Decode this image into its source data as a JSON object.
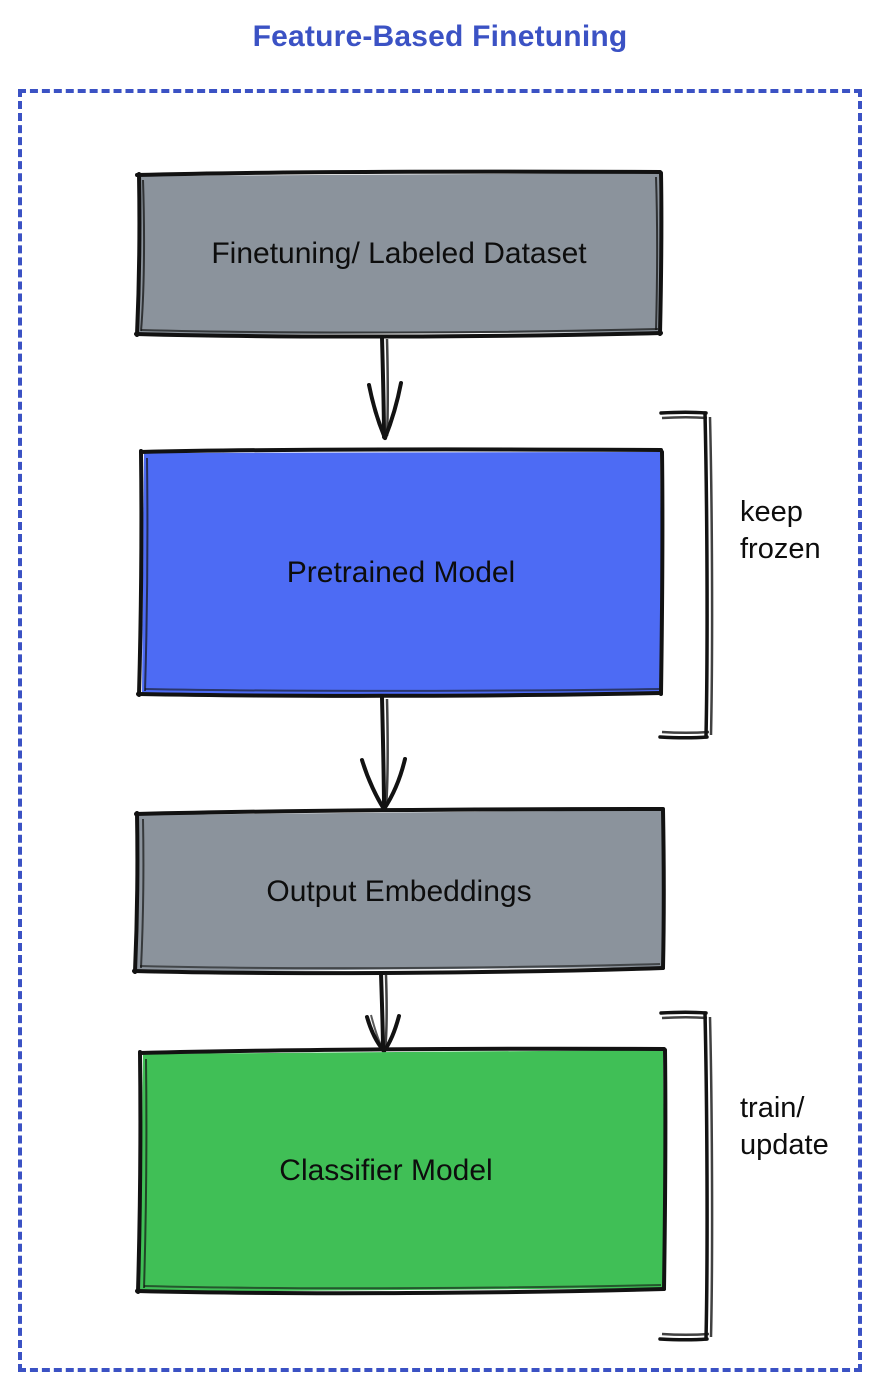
{
  "title": "Feature-Based Finetuning",
  "colors": {
    "accent_blue": "#3b52c4",
    "node_gray": "#8b939c",
    "node_blue": "#4d6bf4",
    "node_green": "#40bf56",
    "stroke_black": "#121212",
    "background": "#ffffff"
  },
  "frame": {
    "name": "dashed-container",
    "style": "dashed",
    "color": "#3b52c4"
  },
  "nodes": [
    {
      "id": "dataset",
      "label": "Finetuning/ Labeled Dataset",
      "fill": "#8b939c",
      "order": 1
    },
    {
      "id": "pretrained",
      "label": "Pretrained Model",
      "fill": "#4d6bf4",
      "order": 2
    },
    {
      "id": "embeddings",
      "label": "Output Embeddings",
      "fill": "#8b939c",
      "order": 3
    },
    {
      "id": "classifier",
      "label": "Classifier Model",
      "fill": "#40bf56",
      "order": 4
    }
  ],
  "edges": [
    {
      "from": "dataset",
      "to": "pretrained",
      "style": "arrow"
    },
    {
      "from": "pretrained",
      "to": "embeddings",
      "style": "arrow"
    },
    {
      "from": "embeddings",
      "to": "classifier",
      "style": "arrow"
    }
  ],
  "annotations": [
    {
      "id": "keep-frozen",
      "text": "keep\nfrozen",
      "targets": [
        "pretrained"
      ],
      "bracket": "right-brace"
    },
    {
      "id": "train-update",
      "text": "train/\nupdate",
      "targets": [
        "classifier"
      ],
      "bracket": "right-brace"
    }
  ],
  "chart_data": {
    "type": "diagram",
    "title": "Feature-Based Finetuning",
    "flow": [
      "Finetuning/ Labeled Dataset",
      "Pretrained Model",
      "Output Embeddings",
      "Classifier Model"
    ],
    "groups": [
      {
        "label": "keep frozen",
        "members": [
          "Pretrained Model"
        ]
      },
      {
        "label": "train/ update",
        "members": [
          "Classifier Model"
        ]
      }
    ]
  }
}
